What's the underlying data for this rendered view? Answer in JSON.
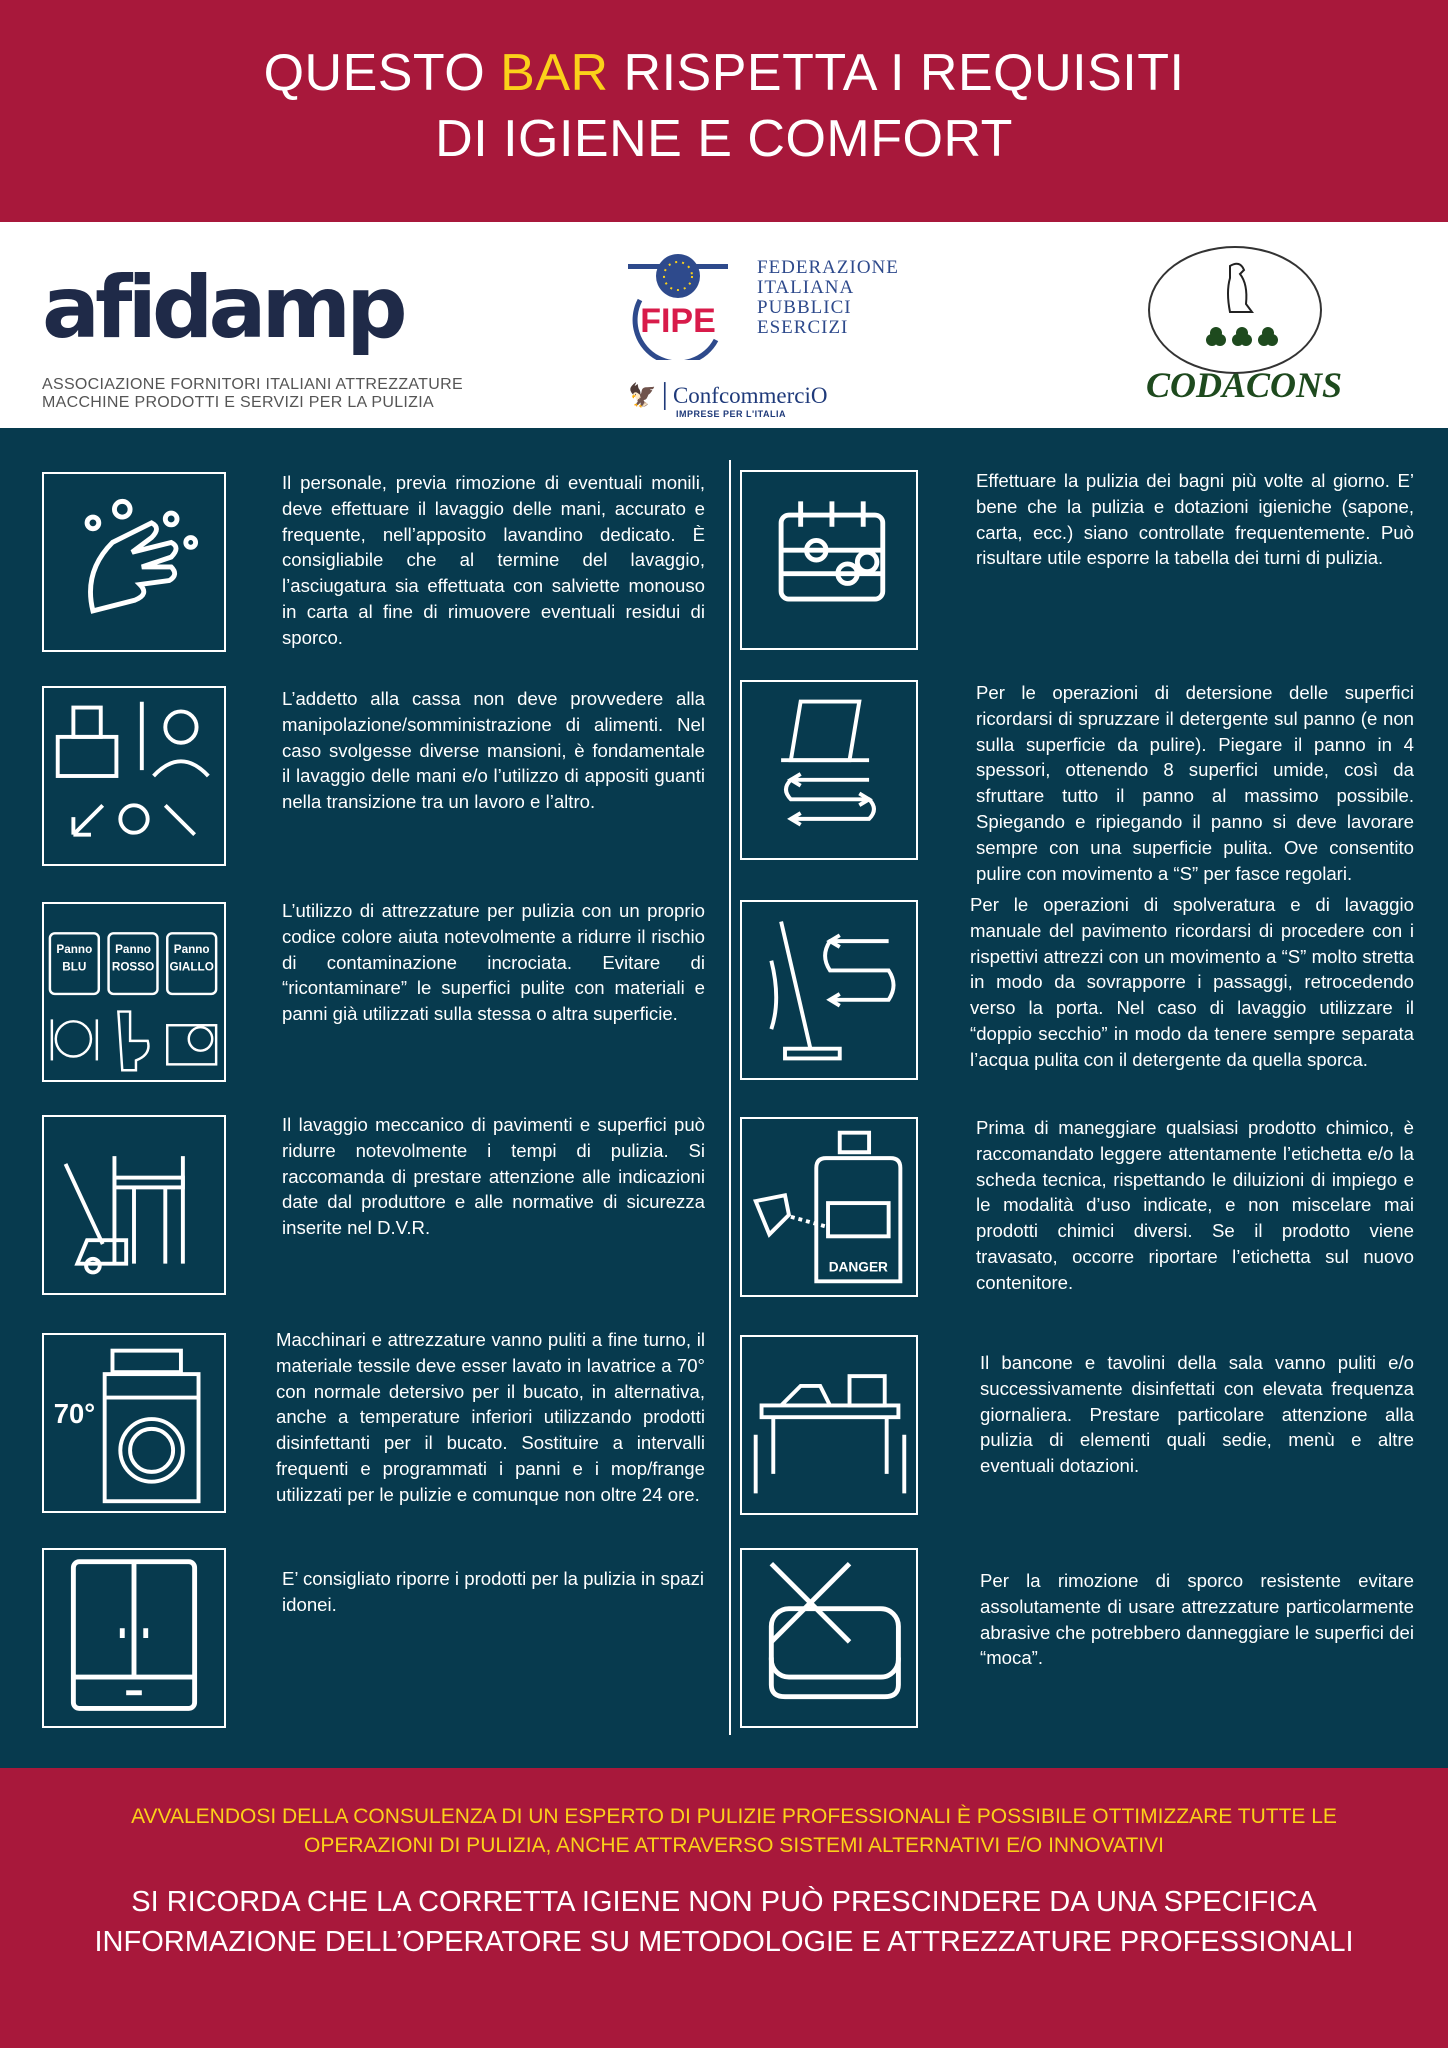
{
  "header": {
    "title_pre": "QUESTO ",
    "title_highlight": "BAR",
    "title_post": " RISPETTA I REQUISITI",
    "title_line2": "DI IGIENE E COMFORT"
  },
  "logos": {
    "afidamp": {
      "name": "afidamp",
      "subtitle_1": "ASSOCIAZIONE FORNITORI ITALIANI ATTREZZATURE",
      "subtitle_2": "MACCHINE PRODOTTI E SERVIZI PER LA PULIZIA"
    },
    "fipe": {
      "mark": "FIPE",
      "lines": [
        "FEDERAZIONE",
        "ITALIANA",
        "PUBBLICI",
        "ESERCIZI"
      ],
      "confcommercio": "ConfcommerciO",
      "confcommercio_sub": "IMPRESE PER L'ITALIA"
    },
    "codacons": {
      "name": "CODACONS"
    }
  },
  "colors": {
    "red": "#a8183b",
    "teal": "#073a4e",
    "yellow": "#fbd11a"
  },
  "left": [
    {
      "icon": "hand-washing-icon",
      "text": "Il personale, previa rimozione di eventuali monili, deve effettuare il lavaggio delle mani, accurato e frequente, nell’apposito lavandino dedicato. È consigliabile che al termine del lavaggio, l’asciugatura sia effettuata con salviette monouso in carta al fine di rimuovere eventuali residui di sporco."
    },
    {
      "icon": "cashier-waiter-icon",
      "text": "L’addetto alla cassa non deve provvedere alla manipolazione/somministrazione di alimenti. Nel caso svolgesse diverse mansioni, è fondamentale il lavaggio delle mani e/o l’utilizzo di appositi guanti nella transizione tra un lavoro e l’altro."
    },
    {
      "icon": "color-code-cloths-icon",
      "labels": [
        "Panno",
        "BLU",
        "Panno",
        "ROSSO",
        "Panno",
        "GIALLO"
      ],
      "text": "L’utilizzo di attrezzature per pulizia con un proprio codice colore aiuta notevolmente a ridurre il rischio di contaminazione incrociata. Evitare di “ricontaminare” le superfici pulite con materiali e panni già utilizzati sulla stessa o altra superficie."
    },
    {
      "icon": "floor-scrubber-icon",
      "text": "Il lavaggio meccanico di pavimenti e superfici può ridurre notevolmente i tempi di pulizia. Si raccomanda di prestare attenzione alle indicazioni date dal produttore e alle normative di sicurezza inserite nel D.V.R."
    },
    {
      "icon": "washing-machine-icon",
      "label": "70°",
      "text": "Macchinari e attrezzature vanno puliti a fine turno, il materiale tessile deve esser lavato in lavatrice a 70° con normale detersivo per il bucato, in alternativa, anche a temperature inferiori utilizzando prodotti disinfettanti per il bucato. Sostituire a intervalli frequenti e programmati i panni e i mop/frange utilizzati per le pulizie e comunque non oltre 24 ore."
    },
    {
      "icon": "cabinet-icon",
      "text": "E’ consigliato riporre i prodotti per la pulizia in spazi idonei."
    }
  ],
  "right": [
    {
      "icon": "calendar-check-icon",
      "text": "Effettuare la pulizia dei bagni più volte al giorno. E’ bene che la pulizia e dotazioni igieniche (sapone, carta, ecc.) siano controllate frequentemente. Può risultare utile esporre la tabella dei turni di pulizia."
    },
    {
      "icon": "cloth-wiping-icon",
      "text": "Per le operazioni di detersione delle superfici ricordarsi di spruzzare il detergente sul panno (e non sulla superficie da pulire). Piegare il panno in 4 spessori, ottenendo 8 superfici umide, così da sfruttare tutto il panno al massimo possibile. Spiegando e ripiegando il panno si deve lavorare sempre con una superficie pulita. Ove consentito pulire con movimento a “S” per fasce regolari."
    },
    {
      "icon": "mopping-icon",
      "text": "Per le operazioni di spolveratura e di lavaggio manuale del pavimento ricordarsi di procedere con i rispettivi attrezzi con un movimento a “S” molto stretta in modo da sovrapporre i passaggi, retrocedendo verso la porta. Nel caso di lavaggio utilizzare il “doppio secchio” in modo da tenere sempre separata l’acqua pulita con il detergente da quella sporca."
    },
    {
      "icon": "chemical-danger-icon",
      "label": "DANGER",
      "text": "Prima di maneggiare qualsiasi prodotto chimico, è raccomandato leggere attentamente l’etichetta e/o la scheda tecnica, rispettando le diluizioni di impiego e le modalità d’uso indicate, e non miscelare mai prodotti chimici diversi. Se il prodotto viene travasato, occorre riportare l’etichetta sul nuovo contenitore."
    },
    {
      "icon": "bar-counter-icon",
      "text": "Il bancone e tavolini della sala vanno puliti e/o successivamente disinfettati con elevata frequenza giornaliera. Prestare particolare attenzione alla pulizia di elementi quali sedie, menù e altre eventuali dotazioni."
    },
    {
      "icon": "no-abrasive-sponge-icon",
      "text": "Per la rimozione di sporco resistente evitare assolutamente di usare attrezzature particolarmente abrasive che potrebbero danneggiare le superfici dei “moca”."
    }
  ],
  "footer": {
    "advice": "AVVALENDOSI DELLA CONSULENZA DI UN ESPERTO DI PULIZIE PROFESSIONALI È POSSIBILE OTTIMIZZARE TUTTE LE OPERAZIONI DI PULIZIA, ANCHE ATTRAVERSO SISTEMI ALTERNATIVI E/O INNOVATIVI",
    "reminder": "SI RICORDA CHE LA CORRETTA IGIENE NON PUÒ PRESCINDERE DA UNA SPECIFICA INFORMAZIONE DELL’OPERATORE SU METODOLOGIE E ATTREZZATURE PROFESSIONALI"
  }
}
